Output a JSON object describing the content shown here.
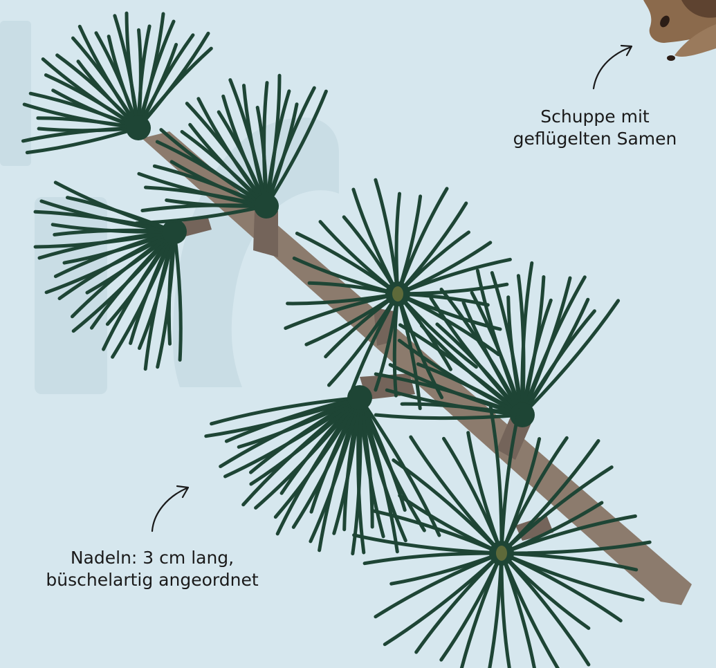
{
  "colors": {
    "background": "#d6e7ee",
    "watermark": "#c9dde5",
    "needle": "#1e4535",
    "branch": "#8c7b6d",
    "twig": "#74645a",
    "cone": "#8b6a4c",
    "cone_dark": "#5e4330",
    "seed_tip": "#2b1d16",
    "center": "#5e6a3a",
    "text": "#1a1a1a"
  },
  "labels": {
    "scale": {
      "line1": "Schuppe mit",
      "line2": "geflügelten Samen"
    },
    "needles": {
      "line1": "Nadeln: 3 cm lang,",
      "line2": "büschelartig angeordnet"
    }
  },
  "icons": {
    "arrow": "curved-arrow-icon"
  }
}
